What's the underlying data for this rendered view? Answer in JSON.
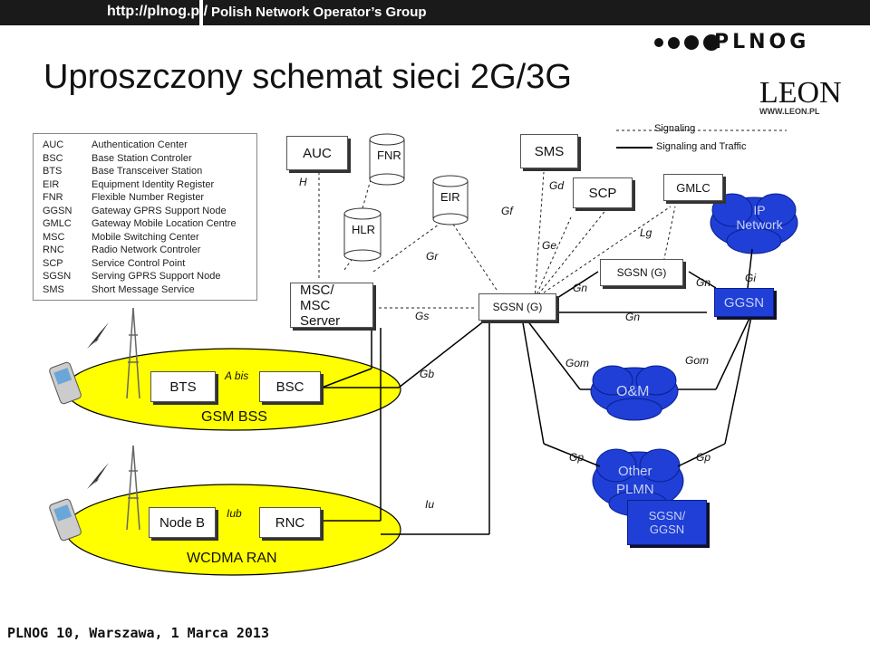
{
  "header": {
    "url": "http://plnog.pl/",
    "group": "Polish Network Operator’s Group",
    "logo_text": "PLNOG"
  },
  "title": "Uproszczony schemat sieci 2G/3G",
  "leon": {
    "name": "LEON",
    "url": "WWW.LEON.PL"
  },
  "legend": [
    {
      "abbr": "AUC",
      "desc": "Authentication Center"
    },
    {
      "abbr": "BSC",
      "desc": "Base Station Controler"
    },
    {
      "abbr": "BTS",
      "desc": "Base Transceiver Station"
    },
    {
      "abbr": "EIR",
      "desc": "Equipment Identity Register"
    },
    {
      "abbr": "FNR",
      "desc": "Flexible Number Register"
    },
    {
      "abbr": "GGSN",
      "desc": "Gateway GPRS Support Node"
    },
    {
      "abbr": "GMLC",
      "desc": "Gateway Mobile Location Centre"
    },
    {
      "abbr": "MSC",
      "desc": "Mobile Switching Center"
    },
    {
      "abbr": "RNC",
      "desc": "Radio Network Controler"
    },
    {
      "abbr": "SCP",
      "desc": "Service Control Point"
    },
    {
      "abbr": "SGSN",
      "desc": "Serving GPRS Support Node"
    },
    {
      "abbr": "SMS",
      "desc": "Short Message Service"
    }
  ],
  "line_legend": {
    "signaling": "Signaling",
    "traffic": "Signaling and Traffic"
  },
  "nodes": {
    "auc": "AUC",
    "fnr": "FNR",
    "hlr": "HLR",
    "eir": "EIR",
    "sms": "SMS",
    "scp": "SCP",
    "gmlc": "GMLC",
    "ip_network": "IP Network",
    "msc1": "MSC/",
    "msc2": "MSC Server",
    "sgsn_g1": "SGSN (G)",
    "sgsn_g2": "SGSN (G)",
    "ggsn": "GGSN",
    "bts": "BTS",
    "bsc": "BSC",
    "gsm_bss": "GSM BSS",
    "om": "O&M",
    "other_plmn1": "Other",
    "other_plmn2": "PLMN",
    "sgsn_ggsn1": "SGSN/",
    "sgsn_ggsn2": "GGSN",
    "nodeb": "Node B",
    "rnc": "RNC",
    "wcdma_ran": "WCDMA RAN"
  },
  "interfaces": {
    "h": "H",
    "gr": "Gr",
    "gf": "Gf",
    "gd": "Gd",
    "ge": "Ge",
    "lg": "Lg",
    "gn1": "Gn",
    "gn2": "Gn",
    "gn3": "Gn",
    "gi": "Gi",
    "gs": "Gs",
    "abis": "A bis",
    "gb": "Gb",
    "gom1": "Gom",
    "gom2": "Gom",
    "gp1": "Gp",
    "gp2": "Gp",
    "iub": "Iub",
    "iu": "Iu"
  },
  "footer": "PLNOG 10, Warszawa, 1 Marca 2013",
  "colors": {
    "yellow": "#ffff00",
    "blue": "#1f3fd6",
    "topbar": "#1a1a1a"
  }
}
